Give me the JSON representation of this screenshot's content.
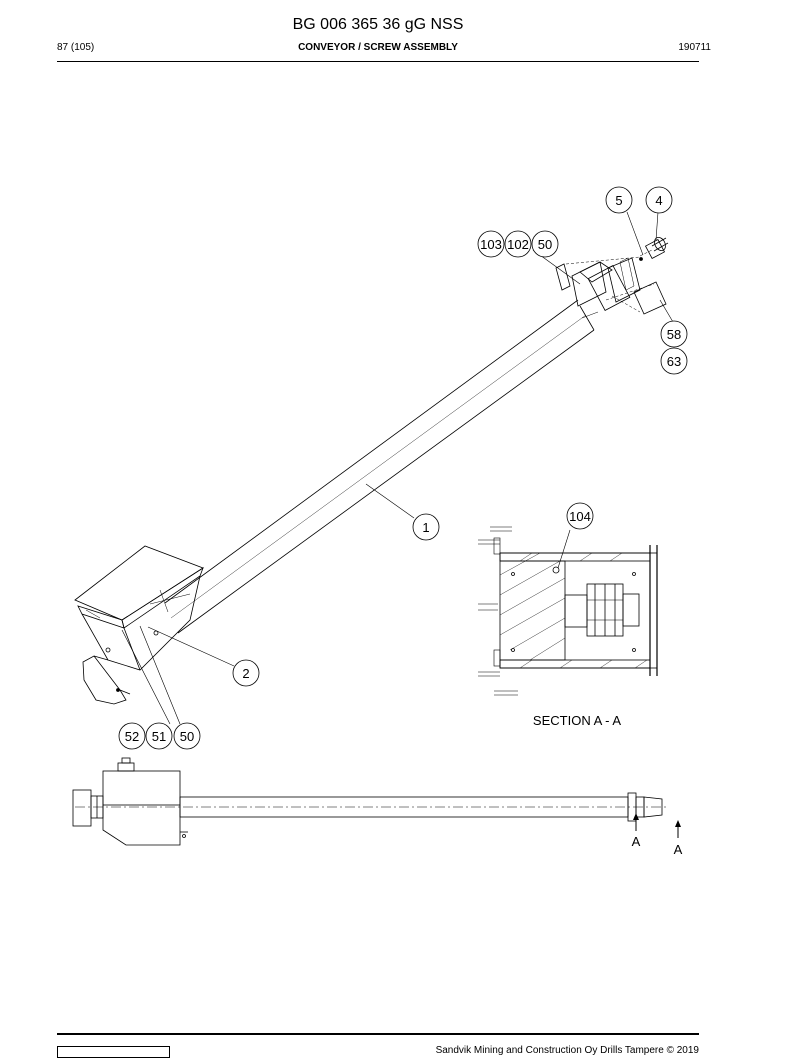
{
  "header": {
    "doc_title": "BG 006 365 36 gG NSS",
    "page": "87 (105)",
    "section": "CONVEYOR / SCREW ASSEMBLY",
    "date": "190711"
  },
  "drawing": {
    "balloons": [
      "5",
      "4",
      "103",
      "102",
      "50",
      "58",
      "63",
      "1",
      "104",
      "2",
      "52",
      "51",
      "50"
    ],
    "section_label": "SECTION A - A",
    "section_markers": [
      "A",
      "A"
    ]
  },
  "footer": {
    "copyright": "Sandvik Mining and Construction Oy Drills Tampere © 2019"
  }
}
